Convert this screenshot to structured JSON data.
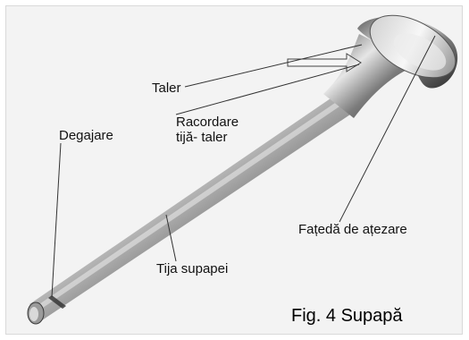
{
  "labels": {
    "taler": "Taler",
    "racordare_line1": "Racordare",
    "racordare_line2": "tijă- taler",
    "degajare": "Degajare",
    "fateda": "Fațedă de ațezare",
    "tija": "Tija supapei"
  },
  "caption": "Fig. 4 Supapă",
  "colors": {
    "background": "#f3f3f3",
    "leader_line": "#333333",
    "steel_dark": "#3d3d3d",
    "steel_light": "#e8e8e8"
  }
}
